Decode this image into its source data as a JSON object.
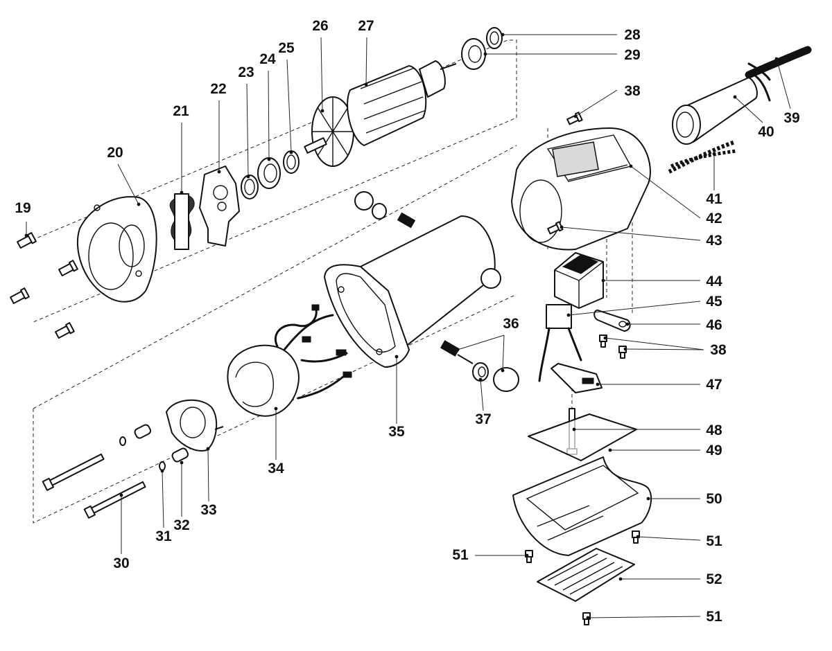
{
  "colors": {
    "line": "#111111",
    "background": "#ffffff",
    "shade": "#d9d9d9"
  },
  "callouts": [
    "19",
    "20",
    "21",
    "22",
    "23",
    "24",
    "25",
    "26",
    "27",
    "28",
    "29",
    "30",
    "31",
    "32",
    "33",
    "34",
    "35",
    "36",
    "37",
    "38",
    "38",
    "38",
    "39",
    "40",
    "41",
    "42",
    "43",
    "44",
    "45",
    "46",
    "47",
    "48",
    "49",
    "50",
    "51",
    "51",
    "51",
    "52"
  ]
}
